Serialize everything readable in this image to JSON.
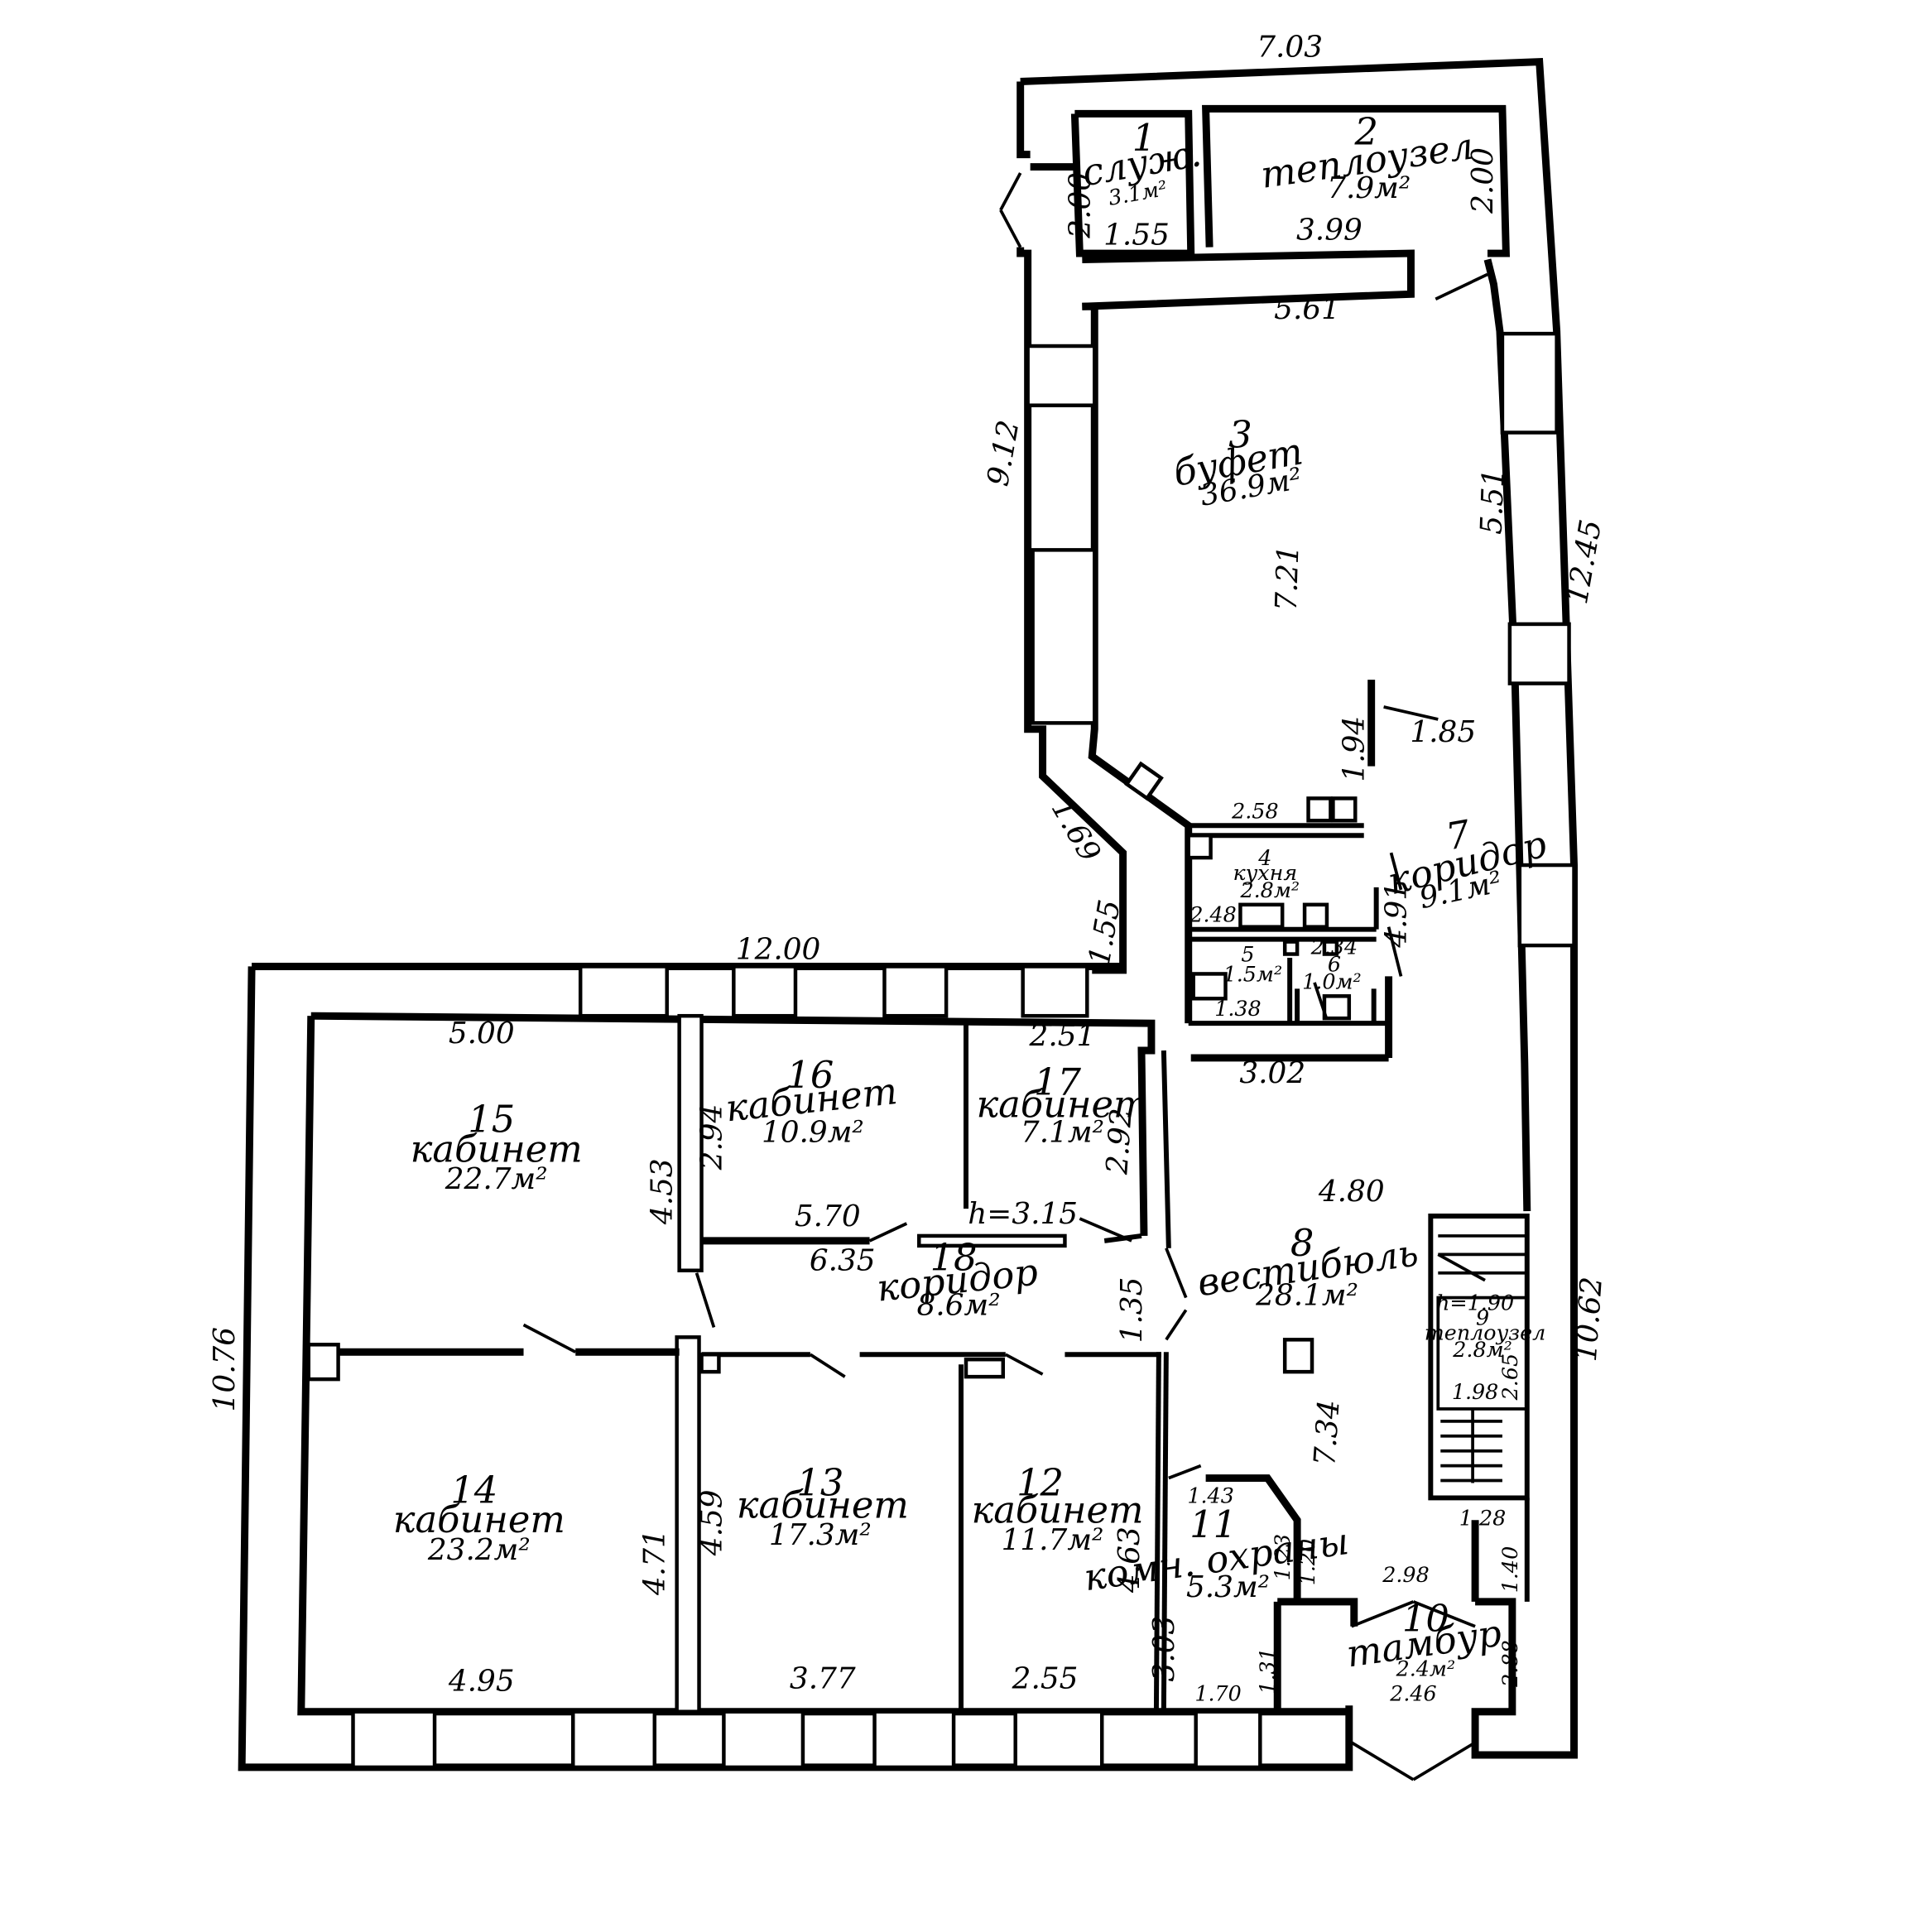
{
  "rooms": [
    {
      "num": "1",
      "name": "служ.",
      "area": "3.1м²"
    },
    {
      "num": "2",
      "name": "теплоузел",
      "area": "7.9м²"
    },
    {
      "num": "3",
      "name": "буфет",
      "area": "36.9м²"
    },
    {
      "num": "4",
      "name": "кухня",
      "area": "2.8м²"
    },
    {
      "num": "5",
      "name": "",
      "area": "1.5м²"
    },
    {
      "num": "6",
      "name": "",
      "area": "1.0м²"
    },
    {
      "num": "7",
      "name": "коридор",
      "area": "9.1м²"
    },
    {
      "num": "8",
      "name": "вестибюль",
      "area": "28.1м²"
    },
    {
      "num": "9",
      "name": "теплоузел",
      "area": "2.8м²"
    },
    {
      "num": "10",
      "name": "тамбур",
      "area": "2.4м²"
    },
    {
      "num": "11",
      "name": "комн. охраны",
      "area": "5.3м²"
    },
    {
      "num": "12",
      "name": "кабинет",
      "area": "11.7м²"
    },
    {
      "num": "13",
      "name": "кабинет",
      "area": "17.3м²"
    },
    {
      "num": "14",
      "name": "кабинет",
      "area": "23.2м²"
    },
    {
      "num": "15",
      "name": "кабинет",
      "area": "22.7м²"
    },
    {
      "num": "16",
      "name": "кабинет",
      "area": "10.9м²"
    },
    {
      "num": "17",
      "name": "кабинет",
      "area": "7.1м²"
    },
    {
      "num": "18",
      "name": "коридор",
      "area": "8.6м²"
    }
  ],
  "heights": {
    "corridor": "h=3.15",
    "heat_unit": "h=1.90"
  },
  "dims": {
    "top_width": "7.03",
    "right_upper": "12.45",
    "right_lower": "10.62",
    "left_upper": "9.12",
    "left_diag": "1.69",
    "left_step": "1.55",
    "wing_top": "12.00",
    "wing_left": "10.76",
    "r1_h": "2.00",
    "r1_w": "1.55",
    "r2_w": "3.99",
    "r2_h": "2.00",
    "r3_top": "5.61",
    "r3_side": "5.51",
    "r3_mid": "7.21",
    "r3_k": "1.85",
    "k_h": "1.94",
    "k_w": "2.58",
    "k_w2": "2.48",
    "c7": "4.91",
    "wc_w": "1.38",
    "r6_w": "2.34",
    "r8_top": "3.02",
    "r8_w": "4.80",
    "r8_h": "7.34",
    "r15_top": "5.00",
    "r15_side": "4.53",
    "r16_side": "2.94",
    "r16_bot": "5.70",
    "r18_w": "6.35",
    "r17_top": "2.51",
    "r17_side": "2.92",
    "r18_side": "1.35",
    "r14_side": "4.71",
    "r14_bot": "4.95",
    "r13_side": "4.59",
    "r13_bot": "3.77",
    "r12_side": "4.63",
    "r12_bot": "2.55",
    "r11_top": "1.43",
    "r11_a": "1.23",
    "r11_b": "1.20",
    "r11_bot": "1.70",
    "r11_side": "3.03",
    "r11_c": "1.31",
    "r10_top": "2.98",
    "r10_bot": "2.46",
    "r10_r": "2.88",
    "r10_l": "1.40",
    "r9_b": "1.98",
    "r9_c": "1.28",
    "r9_s": "2.65"
  }
}
